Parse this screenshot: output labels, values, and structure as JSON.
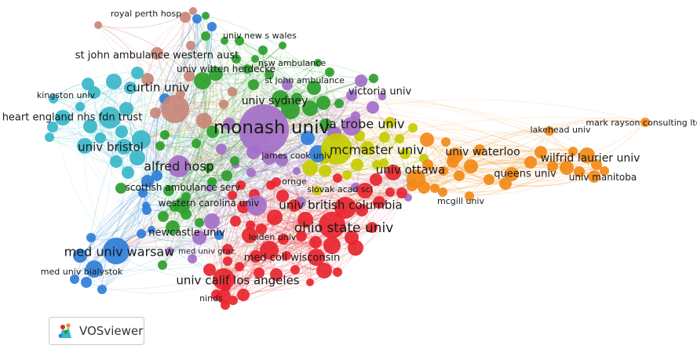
{
  "network": {
    "clusters": [
      {
        "name": "red",
        "color": "#e8252e"
      },
      {
        "name": "green",
        "color": "#2ca02c"
      },
      {
        "name": "blue",
        "color": "#2f7ed8"
      },
      {
        "name": "yellow",
        "color": "#c5cc00"
      },
      {
        "name": "purple",
        "color": "#a46fc8"
      },
      {
        "name": "cyan",
        "color": "#3ab7c8"
      },
      {
        "name": "orange",
        "color": "#f28a17"
      },
      {
        "name": "brown",
        "color": "#c9857a"
      }
    ],
    "labels": [
      {
        "text": "royal perth hosp",
        "cluster": "brown"
      },
      {
        "text": "univ new s wales",
        "cluster": "green"
      },
      {
        "text": "st john ambulance western aust",
        "cluster": "brown"
      },
      {
        "text": "nsw ambulance",
        "cluster": "green"
      },
      {
        "text": "univ witten herdecke",
        "cluster": "green"
      },
      {
        "text": "st john ambulance",
        "cluster": "green"
      },
      {
        "text": "curtin univ",
        "cluster": "brown"
      },
      {
        "text": "victoria univ",
        "cluster": "purple"
      },
      {
        "text": "kingston univ",
        "cluster": "cyan"
      },
      {
        "text": "univ sydney",
        "cluster": "green"
      },
      {
        "text": "heart england nhs fdn trust",
        "cluster": "cyan"
      },
      {
        "text": "monash univ",
        "cluster": "purple"
      },
      {
        "text": "la trobe univ",
        "cluster": "purple"
      },
      {
        "text": "lakehead univ",
        "cluster": "orange"
      },
      {
        "text": "mark rayson consulting ltd",
        "cluster": "orange"
      },
      {
        "text": "univ bristol",
        "cluster": "cyan"
      },
      {
        "text": "mcmaster univ",
        "cluster": "yellow"
      },
      {
        "text": "univ waterloo",
        "cluster": "orange"
      },
      {
        "text": "james cook univ",
        "cluster": "purple"
      },
      {
        "text": "wilfrid laurier univ",
        "cluster": "orange"
      },
      {
        "text": "alfred hosp",
        "cluster": "purple"
      },
      {
        "text": "univ ottawa",
        "cluster": "orange"
      },
      {
        "text": "queens univ",
        "cluster": "orange"
      },
      {
        "text": "univ manitoba",
        "cluster": "orange"
      },
      {
        "text": "scottish ambulance serv",
        "cluster": "green"
      },
      {
        "text": "ornge",
        "cluster": "red"
      },
      {
        "text": "slovak acad sci",
        "cluster": "yellow"
      },
      {
        "text": "mcgill univ",
        "cluster": "orange"
      },
      {
        "text": "western carolina univ",
        "cluster": "green"
      },
      {
        "text": "univ british columbia",
        "cluster": "red"
      },
      {
        "text": "ohio state univ",
        "cluster": "red"
      },
      {
        "text": "newcastle univ",
        "cluster": "green"
      },
      {
        "text": "leiden univ",
        "cluster": "red"
      },
      {
        "text": "med univ warsaw",
        "cluster": "blue"
      },
      {
        "text": "med univ graz",
        "cluster": "red"
      },
      {
        "text": "med coll wisconsin",
        "cluster": "red"
      },
      {
        "text": "med univ bialystok",
        "cluster": "blue"
      },
      {
        "text": "univ calif los angeles",
        "cluster": "red"
      },
      {
        "text": "ninds",
        "cluster": "red"
      }
    ]
  },
  "branding": {
    "logo_icon": "vosviewer-logo-icon",
    "text": "VOSviewer"
  }
}
